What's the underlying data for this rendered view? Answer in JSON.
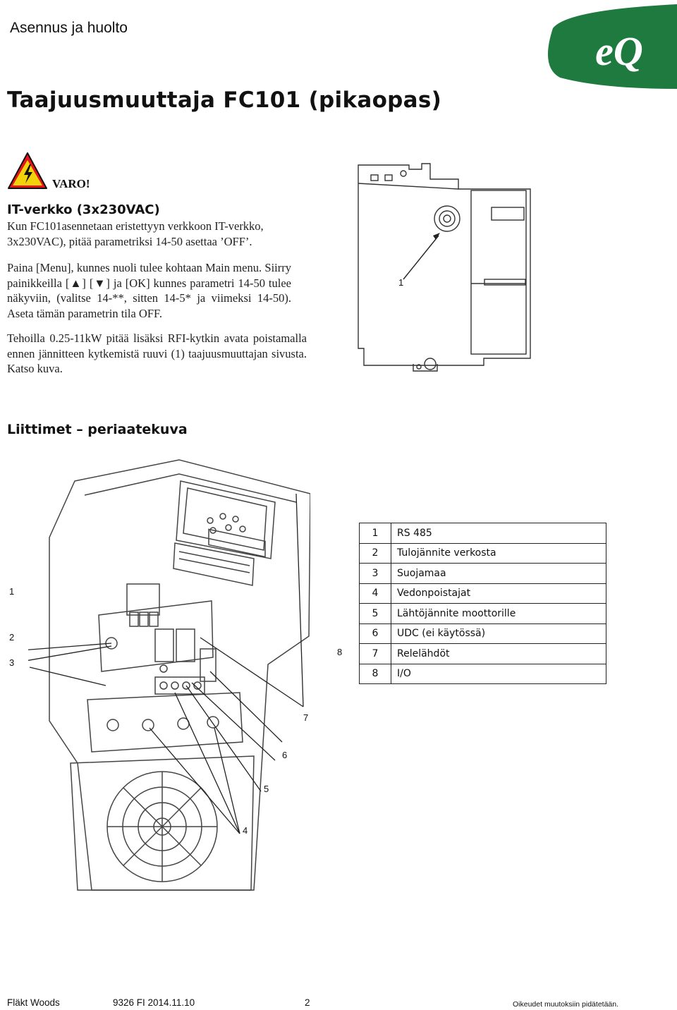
{
  "header": {
    "section_title": "Asennus ja huolto",
    "logo_text": "eQ",
    "brand_color": "#1e7a3e"
  },
  "page_title": "Taajuusmuuttaja FC101 (pikaopas)",
  "warning": {
    "icon": "high-voltage-warning-icon",
    "label": "VARO!",
    "heading": "IT-verkko (3x230VAC)",
    "paragraph_lines": [
      "Kun FC101asennetaan eristettyyn verkkoon IT-verkko,",
      "3x230VAC), pitää parametriksi 14-50 asettaa ’OFF’."
    ],
    "instructions": "Paina [Menu], kunnes nuoli tulee kohtaan Main menu. Siirry painikkeilla [▲] [▼] ja [OK] kunnes parametri 14-50 tulee näkyviin, (valitse 14-**, sitten 14-5* ja viimeksi 14-50). Aseta tämän parametrin tila OFF.",
    "rfi_note": "Tehoilla 0.25-11kW pitää lisäksi RFI-kytkin avata poistamalla ennen jännitteen kytkemistä ruuvi (1) taajuusmuuttajan sivusta. Katso kuva."
  },
  "figure1": {
    "callout": "1"
  },
  "connectors": {
    "heading": "Liittimet – periaatekuva",
    "callouts": [
      "1",
      "2",
      "3",
      "8",
      "7",
      "6",
      "5",
      "4"
    ],
    "legend": [
      {
        "num": "1",
        "label": "RS 485"
      },
      {
        "num": "2",
        "label": "Tulojännite verkosta"
      },
      {
        "num": "3",
        "label": "Suojamaa"
      },
      {
        "num": "4",
        "label": "Vedonpoistajat"
      },
      {
        "num": "5",
        "label": "Lähtöjännite moottorille"
      },
      {
        "num": "6",
        "label": "UDC (ei käytössä)"
      },
      {
        "num": "7",
        "label": "Relelähdöt"
      },
      {
        "num": "8",
        "label": "I/O"
      }
    ]
  },
  "footer": {
    "company": "Fläkt Woods",
    "doc_id": "9326 FI 2014.11.10",
    "page": "2",
    "rights": "Oikeudet muutoksiin pidätetään."
  }
}
